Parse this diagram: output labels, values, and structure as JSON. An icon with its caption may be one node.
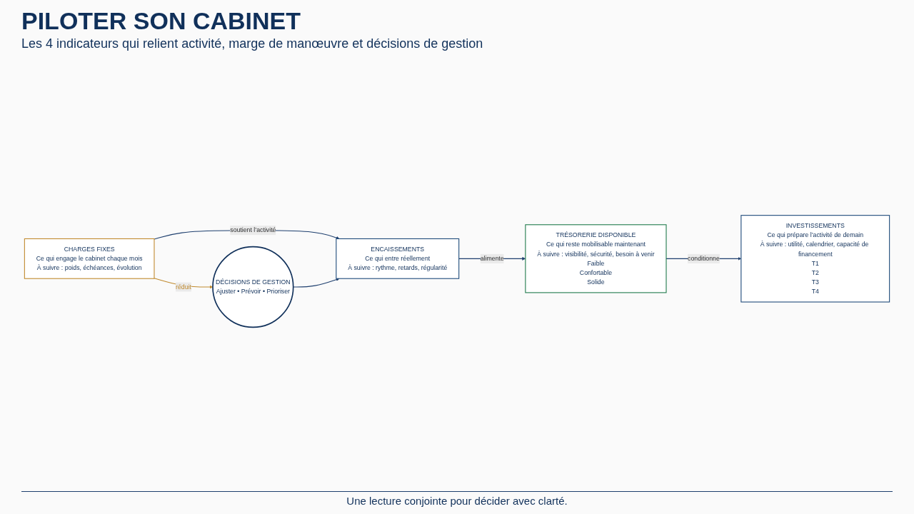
{
  "diagram": {
    "title": "PILOTER SON CABINET",
    "caption": "Une lecture conjointe pour décider avec clarté.",
    "labels": [
      "Les 4 indicateurs qui relient activité, marge de manœuvre et décisions de gestion"
    ],
    "nodes": [
      {
        "text": [
          "ENCAISSEMENTS",
          "Ce qui entre réellement",
          "À suivre : rythme, retards, régularité"
        ]
      },
      {
        "text": [
          "CHARGES FIXES",
          "Ce qui engage le cabinet chaque mois",
          "À suivre : poids, échéances, évolution"
        ]
      },
      {
        "text": [
          "DÉCISIONS DE GESTION",
          "Ajuster • Prévoir • Prioriser"
        ]
      },
      {
        "text": [
          "TRÉSORERIE DISPONIBLE",
          "Ce qui reste mobilisable maintenant",
          "À suivre : visibilité, sécurité, besoin à venir",
          "Faible",
          "Confortable",
          "Solide"
        ]
      },
      {
        "text": [
          "INVESTISSEMENTS",
          "Ce qui prépare l’activité de demain",
          "À suivre : utilité, calendrier, capacité de financement",
          "T1",
          "T2",
          "T3",
          "T4"
        ]
      }
    ],
    "edges": [
      {
        "from": 1,
        "to": 0,
        "arrow": "to",
        "label": "soutient l’activité"
      },
      {
        "from": 2,
        "to": 0,
        "arrow": "to"
      },
      {
        "from": 0,
        "to": 3,
        "arrow": "to",
        "label": "alimente"
      },
      {
        "from": 1,
        "to": 2,
        "arrow": "to",
        "label": "réduit",
        "color": "#c08a2e"
      },
      {
        "from": 3,
        "to": 4,
        "arrow": "to",
        "label": "conditionne"
      }
    ]
  }
}
